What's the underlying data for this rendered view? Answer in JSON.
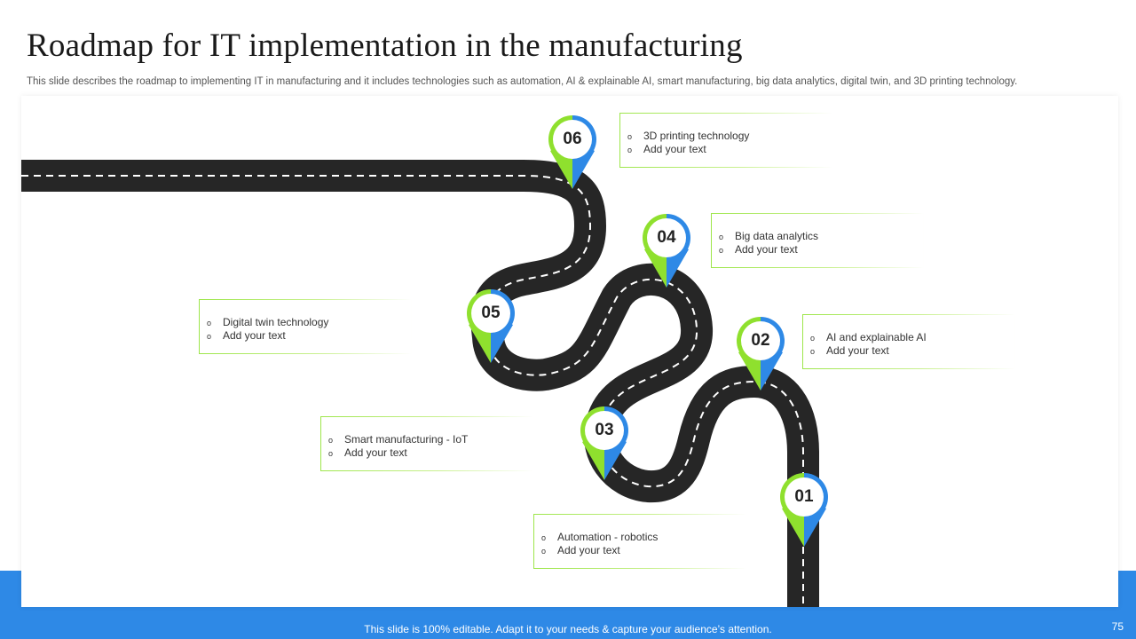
{
  "title": "Roadmap for IT implementation  in the manufacturing",
  "subtitle": "This slide describes the roadmap to implementing IT in manufacturing and it includes technologies such as automation, AI & explainable AI,  smart manufacturing, big data analytics, digital twin, and 3D printing technology.",
  "footer": "This slide is 100% editable. Adapt it to your needs & capture your audience’s attention.",
  "page_number": "75",
  "bullet_symbol": "o",
  "colors": {
    "accent_blue": "#2e89e6",
    "accent_green": "#8fe02e",
    "road": "#262626"
  },
  "milestones": [
    {
      "number": "01",
      "items": [
        "Automation - robotics",
        "Add your text"
      ]
    },
    {
      "number": "02",
      "items": [
        "AI  and explainable AI",
        "Add your text"
      ]
    },
    {
      "number": "03",
      "items": [
        "Smart manufacturing - IoT",
        "Add your text"
      ]
    },
    {
      "number": "04",
      "items": [
        "Big data analytics",
        "Add your text"
      ]
    },
    {
      "number": "05",
      "items": [
        "Digital twin technology",
        "Add your text"
      ]
    },
    {
      "number": "06",
      "items": [
        "3D printing technology",
        "Add your text"
      ]
    }
  ]
}
